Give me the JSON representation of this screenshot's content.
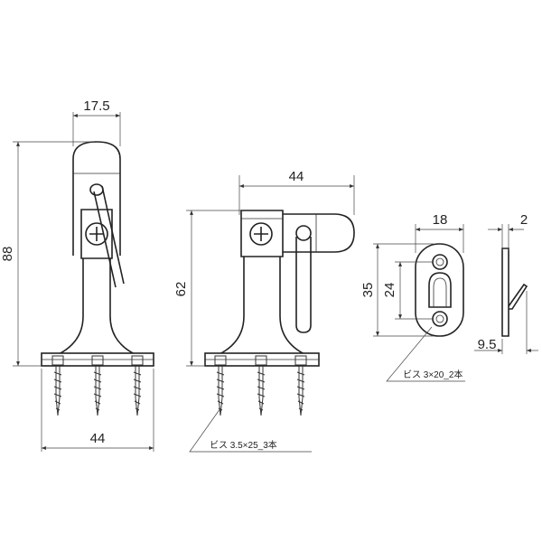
{
  "dimensions": {
    "stopper_width_top": "17.5",
    "stopper_height": "88",
    "stopper_base_width": "44",
    "holder_width": "44",
    "holder_height": "62",
    "plate_width": "18",
    "plate_height": "35",
    "plate_hole_pitch": "24",
    "side_thickness": "2",
    "side_hook_depth": "9.5"
  },
  "notes": {
    "plate_screw": "ビス 3×20_2本",
    "base_screw": "ビス 3.5×25_3本"
  },
  "colors": {
    "line": "#222222",
    "background": "#ffffff"
  }
}
